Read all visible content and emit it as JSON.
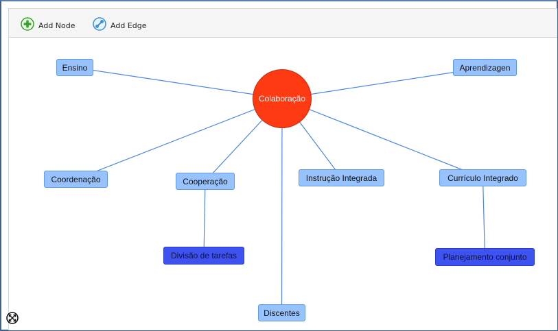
{
  "toolbar": {
    "add_node_label": "Add Node",
    "add_edge_label": "Add Edge",
    "add_node_icon": "plus-circle-icon",
    "add_edge_icon": "link-icon"
  },
  "graph": {
    "center": "Colaboração",
    "nodes": {
      "ensino": "Ensino",
      "aprendizagem": "Aprendizagen",
      "coordenacao": "Coordenação",
      "cooperacao": "Cooperação",
      "instrucao": "Instrução Integrada",
      "curriculo": "Currículo Integrado",
      "divisao": "Divisão de tarefas",
      "planejamento": "Planejamento conjunto",
      "discentes": "Discentes"
    },
    "edges": [
      [
        "colaboracao",
        "ensino"
      ],
      [
        "colaboracao",
        "aprendizagem"
      ],
      [
        "colaboracao",
        "coordenacao"
      ],
      [
        "colaboracao",
        "cooperacao"
      ],
      [
        "colaboracao",
        "discentes"
      ],
      [
        "colaboracao",
        "instrucao"
      ],
      [
        "colaboracao",
        "curriculo"
      ],
      [
        "cooperacao",
        "divisao"
      ],
      [
        "curriculo",
        "planejamento"
      ]
    ],
    "colors": {
      "center": "#fd3a12",
      "node": "#97c2fc",
      "leaf_highlight": "#3e52f0",
      "edge": "#4a86e8"
    }
  },
  "navigation": {
    "icon": "fit-to-screen-icon"
  }
}
